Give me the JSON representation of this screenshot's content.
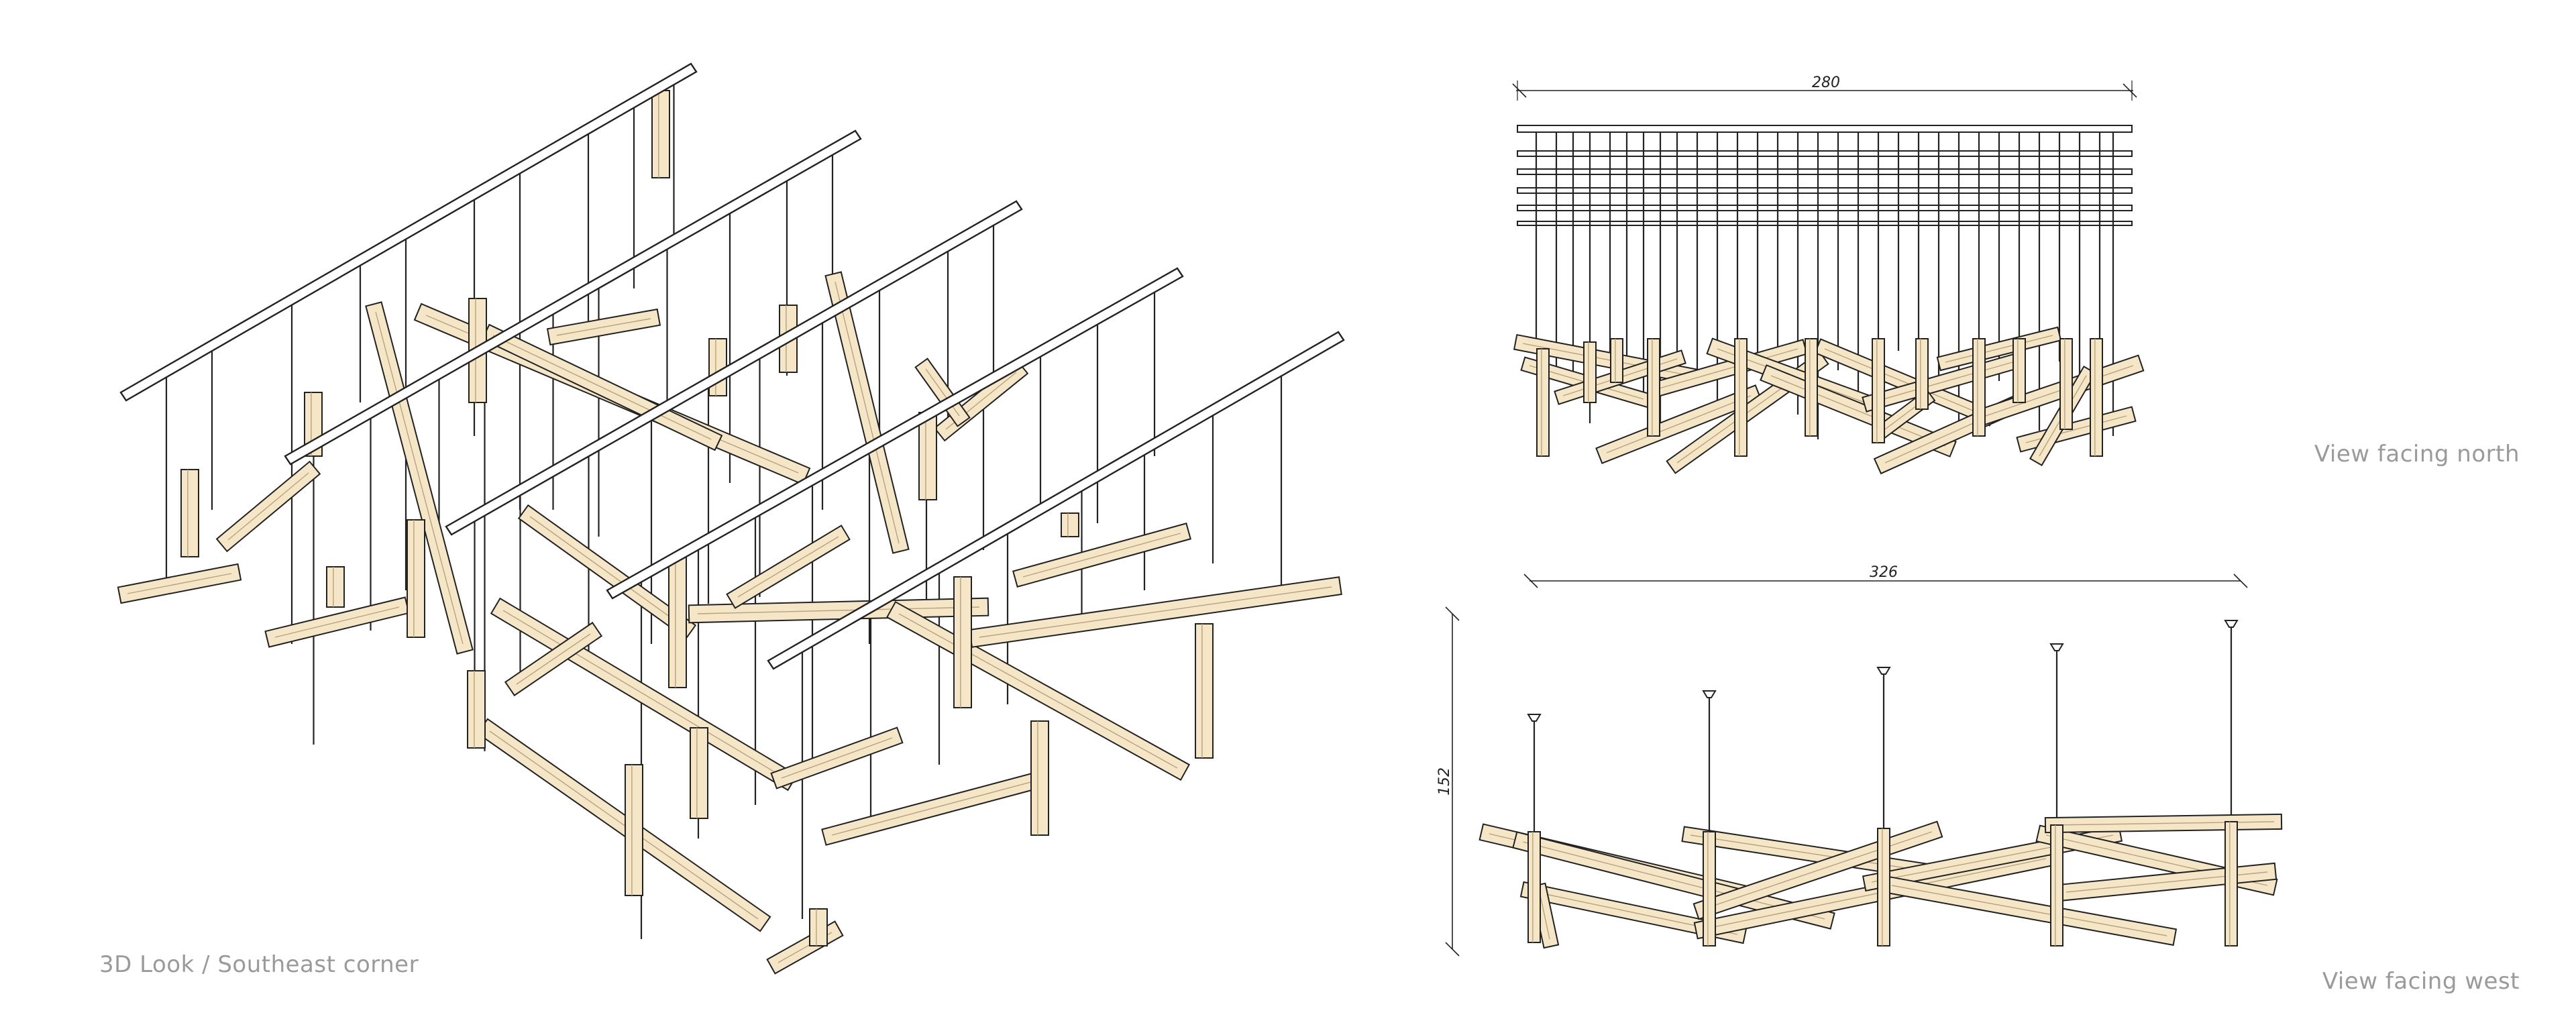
{
  "captions": {
    "isometric": "3D Look / Southeast corner",
    "north": "View facing north",
    "west": "View facing west"
  },
  "dimensions": {
    "north_width": "280",
    "west_width": "326",
    "west_height": "152"
  },
  "colors": {
    "wood_fill": "#f5e6c8",
    "wood_side": "#e9d4ac",
    "line": "#222222",
    "caption": "#9a9a9a",
    "rail_fill": "#ffffff"
  }
}
